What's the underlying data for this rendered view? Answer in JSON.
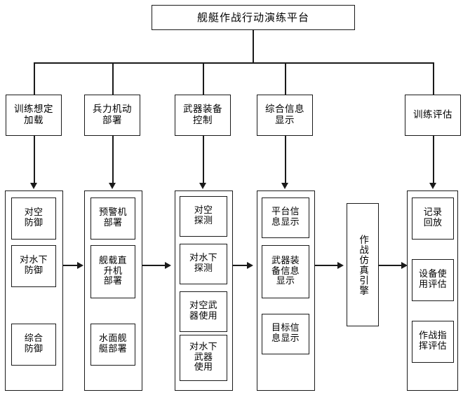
{
  "diagram": {
    "title_box": {
      "label": "舰艇作战行动演练平台"
    },
    "modules": [
      {
        "id": "module-training-scenario-load",
        "label": "训练想定\n加载"
      },
      {
        "id": "module-force-maneuver-deploy",
        "label": "兵力机动\n部署"
      },
      {
        "id": "module-weapon-equipment-control",
        "label": "武器装备\n控制"
      },
      {
        "id": "module-integrated-info-display",
        "label": "综合信息\n显示"
      },
      {
        "id": "module-training-evaluation",
        "label": "训练评估"
      }
    ],
    "columns": [
      {
        "id": "column-defense",
        "items": [
          {
            "id": "leaf-air-defense",
            "label": "对空\n防御"
          },
          {
            "id": "leaf-underwater-defense",
            "label": "对水下\n防御"
          },
          {
            "id": "leaf-integrated-defense",
            "label": "综合\n防御"
          }
        ]
      },
      {
        "id": "column-deployment",
        "items": [
          {
            "id": "leaf-aew-aircraft-deployment",
            "label": "预警机\n部署"
          },
          {
            "id": "leaf-shipborne-helicopter-deployment",
            "label": "舰载直\n升机\n部署"
          },
          {
            "id": "leaf-surface-ship-deployment",
            "label": "水面舰\n艇部署"
          }
        ]
      },
      {
        "id": "column-detection-weapon",
        "items": [
          {
            "id": "leaf-air-detection",
            "label": "对空\n探测"
          },
          {
            "id": "leaf-underwater-detection",
            "label": "对水下\n探测"
          },
          {
            "id": "leaf-air-weapon-use",
            "label": "对空武\n器使用"
          },
          {
            "id": "leaf-underwater-weapon-use",
            "label": "对水下\n武器\n使用"
          }
        ]
      },
      {
        "id": "column-information-display",
        "items": [
          {
            "id": "leaf-platform-info-display",
            "label": "平台信\n息显示"
          },
          {
            "id": "leaf-weapon-equipment-info-display",
            "label": "武器装\n备信息\n显示"
          },
          {
            "id": "leaf-target-info-display",
            "label": "目标信\n息显示"
          }
        ]
      },
      {
        "id": "column-evaluation",
        "items": [
          {
            "id": "leaf-record-playback",
            "label": "记录\n回放"
          },
          {
            "id": "leaf-equipment-use-evaluation",
            "label": "设备使\n用评估"
          },
          {
            "id": "leaf-command-evaluation",
            "label": "作战指\n挥评估"
          }
        ]
      }
    ],
    "engine": {
      "id": "engine-box",
      "label": "作战仿真引擎"
    },
    "colors": {
      "stroke": "#1a1a1a",
      "background": "#ffffff",
      "text": "#000000"
    }
  }
}
